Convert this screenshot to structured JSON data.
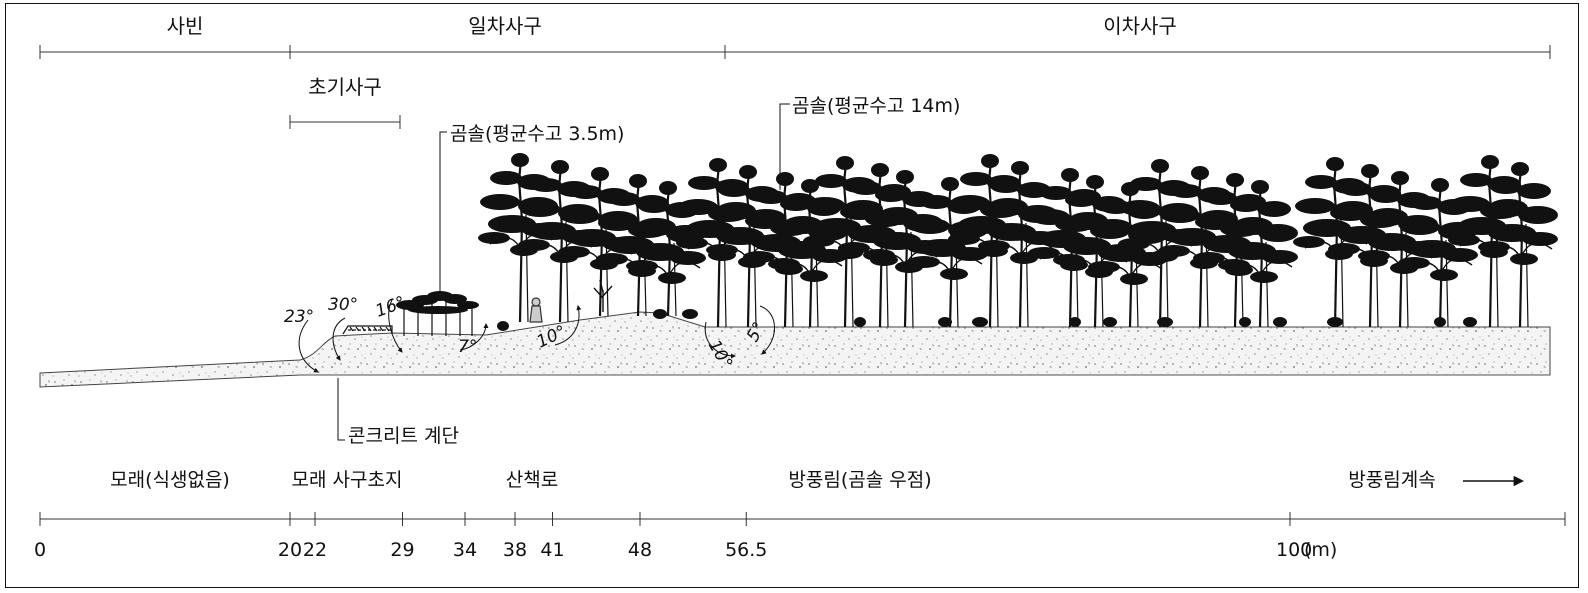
{
  "zones": {
    "beach": "사빈",
    "foredune": "일차사구",
    "backdune": "이차사구",
    "initial_dune": "초기사구"
  },
  "labels": {
    "pine_small": "곰솔(평균수고 3.5m)",
    "pine_large": "곰솔(평균수고 14m)",
    "concrete_stairs": "콘크리트 계단"
  },
  "angles": [
    "23°",
    "30°",
    "16°",
    "7°",
    "10°",
    "10°",
    "5°"
  ],
  "vegetation": {
    "sand_no_veg": "모래(식생없음)",
    "sand_dune_grass": "모래 사구초지",
    "trail": "산책로",
    "windbreak": "방풍림(곰솔 우점)",
    "windbreak_cont": "방풍림계속"
  },
  "scale": {
    "ticks": [
      "0",
      "20",
      "22",
      "29",
      "34",
      "38",
      "41",
      "48",
      "56.5",
      "100"
    ],
    "unit": "(m)"
  },
  "colors": {
    "ink": "#111111",
    "sand": "#f4f4f4",
    "speckle": "#8a8a8a"
  }
}
